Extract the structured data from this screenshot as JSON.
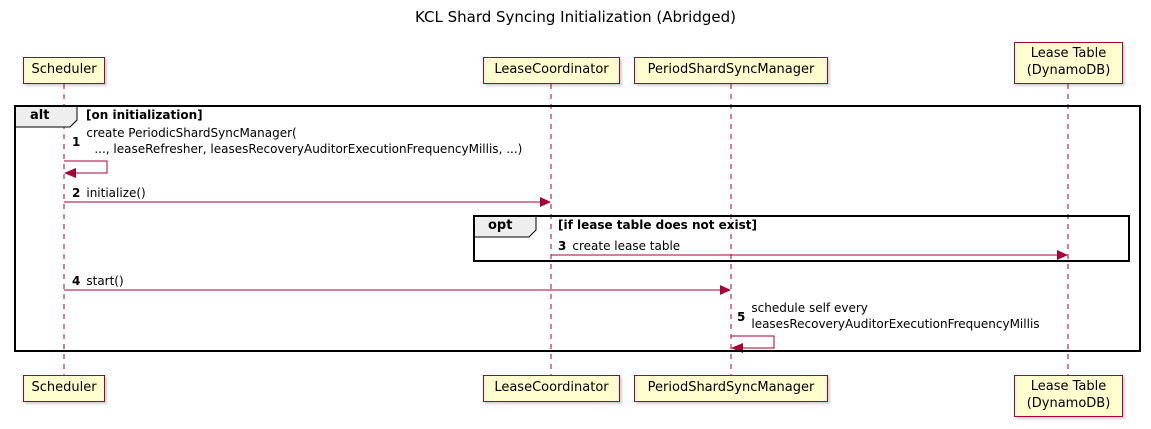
{
  "title": "KCL Shard Syncing Initialization (Abridged)",
  "participants": [
    {
      "label": "Scheduler"
    },
    {
      "label": "LeaseCoordinator"
    },
    {
      "label": "PeriodShardSyncManager"
    },
    {
      "label": "Lease Table",
      "label2": "(DynamoDB)"
    }
  ],
  "frames": {
    "alt": {
      "keyword": "alt",
      "condition": "[on initialization]"
    },
    "opt": {
      "keyword": "opt",
      "condition": "[if lease table does not exist]"
    }
  },
  "messages": {
    "m1": {
      "num": "1",
      "line1": "create PeriodicShardSyncManager(",
      "line2": "..., leaseRefresher, leasesRecoveryAuditorExecutionFrequencyMillis, ...)"
    },
    "m2": {
      "num": "2",
      "label": "initialize()"
    },
    "m3": {
      "num": "3",
      "label": "create lease table"
    },
    "m4": {
      "num": "4",
      "label": "start()"
    },
    "m5": {
      "num": "5",
      "line1": "schedule self every",
      "line2": "leasesRecoveryAuditorExecutionFrequencyMillis"
    }
  },
  "colors": {
    "participant_fill": "#FEFECE",
    "participant_border": "#A80036",
    "arrow": "#A80036",
    "lifeline": "#A80036",
    "frame_border": "#000000",
    "frame_label_fill": "#EEEEEE"
  }
}
